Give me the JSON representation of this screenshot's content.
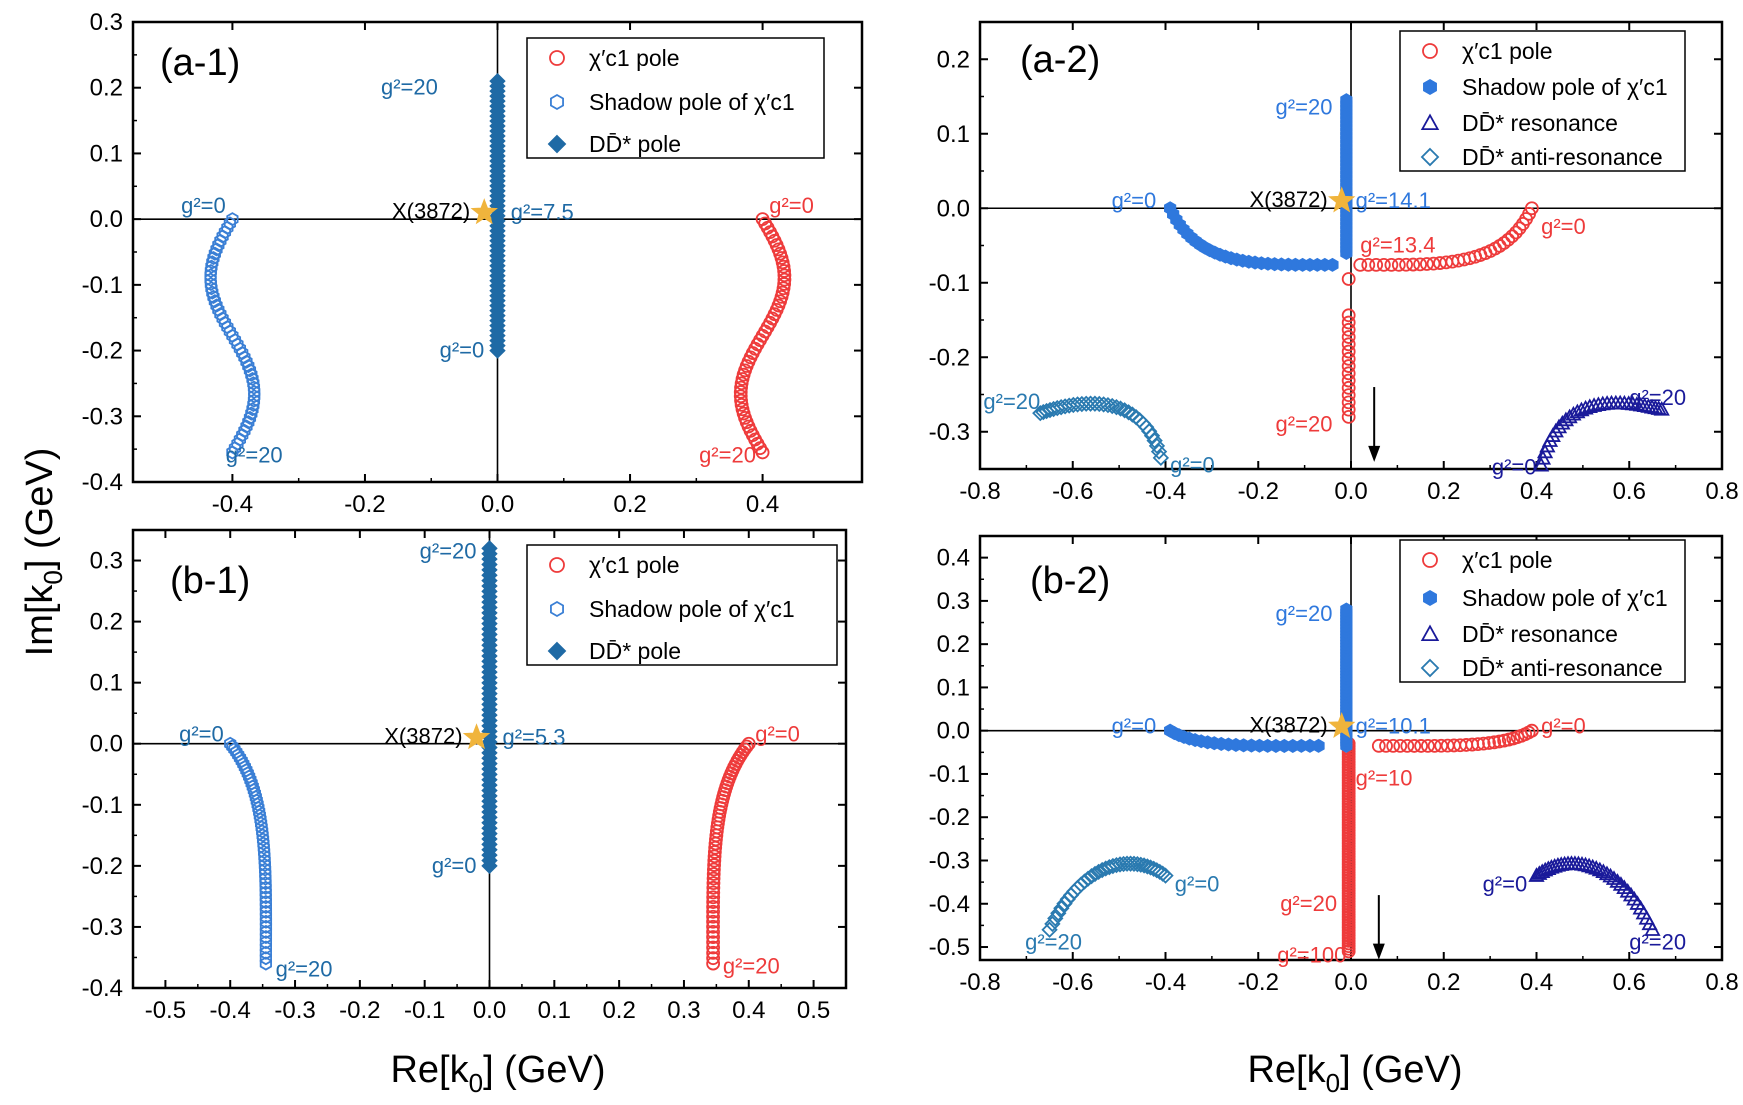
{
  "figure": {
    "y_axis_title": "Im[k",
    "y_axis_title_sub": "0",
    "y_axis_title_end": "] (GeV)",
    "x_axis_title": "Re[k",
    "x_axis_title_sub": "0",
    "x_axis_title_end": "] (GeV)"
  },
  "colors": {
    "chi_pole": "#ee3b3b",
    "shadow_light": "#3a7fd5",
    "shadow_solid": "#2f78dd",
    "dd_pole": "#1f6aa5",
    "resonance": "#1a1a9a",
    "anti_resonance": "#2a7ab0",
    "star": "#f0b43c"
  },
  "chart_data": [
    {
      "panel": "(a-1)",
      "type": "scatter",
      "xlim": [
        -0.55,
        0.55
      ],
      "ylim": [
        -0.4,
        0.3
      ],
      "xticks": [
        "-0.4",
        "-0.2",
        "0.0",
        "0.2",
        "0.4"
      ],
      "xtick_values": [
        -0.4,
        -0.2,
        0.0,
        0.2,
        0.4
      ],
      "yticks": [
        "-0.4",
        "-0.3",
        "-0.2",
        "-0.1",
        "0.0",
        "0.1",
        "0.2",
        "0.3"
      ],
      "ytick_values": [
        -0.4,
        -0.3,
        -0.2,
        -0.1,
        0.0,
        0.1,
        0.2,
        0.3
      ],
      "show_xticklabels": true,
      "legend": [
        {
          "marker": "circle-open",
          "color": "#ee3b3b",
          "text": "χ′c1 pole"
        },
        {
          "marker": "hexagon-open",
          "color": "#3a7fd5",
          "text": "Shadow pole of χ′c1"
        },
        {
          "marker": "diamond-filled",
          "color": "#1f6aa5",
          "text": "DD̄* pole"
        }
      ],
      "series": [
        {
          "name": "χ′c1 pole",
          "marker": "circle-open",
          "color": "#ee3b3b",
          "curve": "swave",
          "x0": 0.4,
          "y0": 0.0,
          "x1": 0.4,
          "y1": -0.355,
          "amp": 0.033,
          "n": 55,
          "pow": 1
        },
        {
          "name": "Shadow pole of χ′c1",
          "marker": "hexagon-open",
          "color": "#3a7fd5",
          "curve": "swave",
          "x0": -0.4,
          "y0": 0.0,
          "x1": -0.4,
          "y1": -0.355,
          "amp": -0.033,
          "n": 55,
          "pow": 1
        },
        {
          "name": "DD̄* pole",
          "marker": "diamond-filled",
          "color": "#1f6aa5",
          "curve": "line",
          "x0": 0.0,
          "y0": -0.2,
          "x1": 0.0,
          "y1": 0.21,
          "n": 55,
          "pow": 1
        }
      ],
      "star": {
        "x": -0.02,
        "y": 0.01,
        "label": "X(3872)"
      },
      "annotations": [
        {
          "text": "g²=20",
          "x": -0.09,
          "y": 0.2,
          "color": "#1f6aa5",
          "anchor": "end"
        },
        {
          "text": "g²=7.5",
          "x": 0.02,
          "y": 0.01,
          "color": "#1f6aa5",
          "anchor": "start"
        },
        {
          "text": "g²=0",
          "x": -0.02,
          "y": -0.2,
          "color": "#1f6aa5",
          "anchor": "end"
        },
        {
          "text": "g²=0",
          "x": -0.41,
          "y": 0.02,
          "color": "#1f6aa5",
          "anchor": "end"
        },
        {
          "text": "g²=20",
          "x": -0.41,
          "y": -0.36,
          "color": "#1f6aa5",
          "anchor": "start"
        },
        {
          "text": "g²=0",
          "x": 0.41,
          "y": 0.02,
          "color": "#ee3b3b",
          "anchor": "start"
        },
        {
          "text": "g²=20",
          "x": 0.39,
          "y": -0.36,
          "color": "#ee3b3b",
          "anchor": "end"
        }
      ]
    },
    {
      "panel": "(a-2)",
      "type": "scatter",
      "xlim": [
        -0.8,
        0.8
      ],
      "ylim": [
        -0.35,
        0.25
      ],
      "xticks": [
        "-0.8",
        "-0.6",
        "-0.4",
        "-0.2",
        "0.0",
        "0.2",
        "0.4",
        "0.6",
        "0.8"
      ],
      "xtick_values": [
        -0.8,
        -0.6,
        -0.4,
        -0.2,
        0.0,
        0.2,
        0.4,
        0.6,
        0.8
      ],
      "yticks": [
        "-0.3",
        "-0.2",
        "-0.1",
        "0.0",
        "0.1",
        "0.2"
      ],
      "ytick_values": [
        -0.3,
        -0.2,
        -0.1,
        0.0,
        0.1,
        0.2
      ],
      "show_xticklabels": true,
      "legend": [
        {
          "marker": "circle-open",
          "color": "#ee3b3b",
          "text": "χ′c1 pole"
        },
        {
          "marker": "hexagon-filled",
          "color": "#2f78dd",
          "text": "Shadow pole of χ′c1"
        },
        {
          "marker": "triangle-open",
          "color": "#1a1a9a",
          "text": "DD̄* resonance"
        },
        {
          "marker": "diamond-open",
          "color": "#2a7ab0",
          "text": "DD̄* anti-resonance"
        }
      ],
      "series": [
        {
          "name": "χ′c1 pole (real axis)",
          "marker": "circle-open",
          "color": "#ee3b3b",
          "curve": "bezier",
          "pts": [
            [
              0.39,
              0.0
            ],
            [
              0.33,
              -0.08
            ],
            [
              0.2,
              -0.076
            ],
            [
              0.02,
              -0.076
            ]
          ],
          "n": 32,
          "pow": 1
        },
        {
          "name": "χ′c1 pole (imag axis)",
          "marker": "circle-open",
          "color": "#ee3b3b",
          "curve": "line",
          "x0": -0.005,
          "y0": -0.095,
          "x1": -0.005,
          "y1": -0.28,
          "n": 20,
          "pow": 1,
          "skip_range": [
            -0.1,
            -0.14
          ]
        },
        {
          "name": "Shadow pole of χ′c1 (left)",
          "marker": "hexagon-filled",
          "color": "#2f78dd",
          "curve": "bezier",
          "pts": [
            [
              -0.39,
              0.0
            ],
            [
              -0.33,
              -0.08
            ],
            [
              -0.2,
              -0.076
            ],
            [
              -0.04,
              -0.076
            ]
          ],
          "n": 30,
          "pow": 1
        },
        {
          "name": "Shadow pole of χ′c1 (vertical)",
          "marker": "hexagon-filled",
          "color": "#2f78dd",
          "curve": "line",
          "x0": -0.01,
          "y0": -0.06,
          "x1": -0.01,
          "y1": 0.145,
          "n": 40,
          "pow": 1
        },
        {
          "name": "DD̄* resonance",
          "marker": "triangle-open",
          "color": "#1a1a9a",
          "curve": "bezier",
          "pts": [
            [
              0.41,
              -0.345
            ],
            [
              0.45,
              -0.24
            ],
            [
              0.6,
              -0.26
            ],
            [
              0.67,
              -0.27
            ]
          ],
          "n": 34,
          "pow": 1
        },
        {
          "name": "DD̄* anti-resonance",
          "marker": "diamond-open",
          "color": "#2a7ab0",
          "curve": "bezier",
          "pts": [
            [
              -0.41,
              -0.335
            ],
            [
              -0.45,
              -0.24
            ],
            [
              -0.6,
              -0.26
            ],
            [
              -0.67,
              -0.275
            ]
          ],
          "n": 34,
          "pow": 1
        }
      ],
      "star": {
        "x": -0.02,
        "y": 0.01,
        "label": "X(3872)"
      },
      "annotations": [
        {
          "text": "g²=20",
          "x": -0.04,
          "y": 0.135,
          "color": "#2f78dd",
          "anchor": "end"
        },
        {
          "text": "g²=14.1",
          "x": 0.01,
          "y": 0.01,
          "color": "#2f78dd",
          "anchor": "start"
        },
        {
          "text": "g²=0",
          "x": -0.42,
          "y": 0.01,
          "color": "#2f78dd",
          "anchor": "end"
        },
        {
          "text": "g²=13.4",
          "x": 0.02,
          "y": -0.05,
          "color": "#ee3b3b",
          "anchor": "start"
        },
        {
          "text": "g²=0",
          "x": 0.41,
          "y": -0.025,
          "color": "#ee3b3b",
          "anchor": "start"
        },
        {
          "text": "g²=20",
          "x": -0.04,
          "y": -0.29,
          "color": "#ee3b3b",
          "anchor": "end"
        },
        {
          "text": "g²=20",
          "x": -0.67,
          "y": -0.26,
          "color": "#2a7ab0",
          "anchor": "end"
        },
        {
          "text": "g²=0",
          "x": -0.39,
          "y": -0.345,
          "color": "#2a7ab0",
          "anchor": "start"
        },
        {
          "text": "g²=0",
          "x": 0.4,
          "y": -0.348,
          "color": "#1a1a9a",
          "anchor": "end"
        },
        {
          "text": "g²=20",
          "x": 0.6,
          "y": -0.255,
          "color": "#1a1a9a",
          "anchor": "start"
        }
      ],
      "arrow": {
        "x": 0.05,
        "y0": -0.24,
        "y1": -0.335
      }
    },
    {
      "panel": "(b-1)",
      "type": "scatter",
      "xlim": [
        -0.55,
        0.55
      ],
      "ylim": [
        -0.4,
        0.35
      ],
      "xticks": [
        "-0.5",
        "-0.4",
        "-0.3",
        "-0.2",
        "-0.1",
        "0.0",
        "0.1",
        "0.2",
        "0.3",
        "0.4",
        "0.5"
      ],
      "xtick_values": [
        -0.5,
        -0.4,
        -0.3,
        -0.2,
        -0.1,
        0.0,
        0.1,
        0.2,
        0.3,
        0.4,
        0.5
      ],
      "yticks": [
        "-0.4",
        "-0.3",
        "-0.2",
        "-0.1",
        "0.0",
        "0.1",
        "0.2",
        "0.3"
      ],
      "ytick_values": [
        -0.4,
        -0.3,
        -0.2,
        -0.1,
        0.0,
        0.1,
        0.2,
        0.3
      ],
      "show_xticklabels": true,
      "legend": [
        {
          "marker": "circle-open",
          "color": "#ee3b3b",
          "text": "χ′c1 pole"
        },
        {
          "marker": "hexagon-open",
          "color": "#3a7fd5",
          "text": "Shadow pole of χ′c1"
        },
        {
          "marker": "diamond-filled",
          "color": "#1f6aa5",
          "text": "DD̄* pole"
        }
      ],
      "series": [
        {
          "name": "χ′c1 pole",
          "marker": "circle-open",
          "color": "#ee3b3b",
          "curve": "bezier",
          "pts": [
            [
              0.4,
              0.0
            ],
            [
              0.34,
              -0.08
            ],
            [
              0.345,
              -0.2
            ],
            [
              0.345,
              -0.36
            ]
          ],
          "n": 55,
          "pow": 1
        },
        {
          "name": "Shadow pole of χ′c1",
          "marker": "hexagon-open",
          "color": "#3a7fd5",
          "curve": "bezier",
          "pts": [
            [
              -0.4,
              0.0
            ],
            [
              -0.34,
              -0.08
            ],
            [
              -0.345,
              -0.2
            ],
            [
              -0.345,
              -0.36
            ]
          ],
          "n": 55,
          "pow": 1
        },
        {
          "name": "DD̄* pole",
          "marker": "diamond-filled",
          "color": "#1f6aa5",
          "curve": "line",
          "x0": 0.0,
          "y0": -0.2,
          "x1": 0.0,
          "y1": 0.32,
          "n": 60,
          "pow": 1
        }
      ],
      "star": {
        "x": -0.02,
        "y": 0.01,
        "label": "X(3872)"
      },
      "annotations": [
        {
          "text": "g²=20",
          "x": -0.02,
          "y": 0.315,
          "color": "#1f6aa5",
          "anchor": "end"
        },
        {
          "text": "g²=5.3",
          "x": 0.02,
          "y": 0.01,
          "color": "#1f6aa5",
          "anchor": "start"
        },
        {
          "text": "g²=0",
          "x": -0.02,
          "y": -0.2,
          "color": "#1f6aa5",
          "anchor": "end"
        },
        {
          "text": "g²=0",
          "x": -0.41,
          "y": 0.015,
          "color": "#1f6aa5",
          "anchor": "end"
        },
        {
          "text": "g²=20",
          "x": -0.33,
          "y": -0.37,
          "color": "#1f6aa5",
          "anchor": "start"
        },
        {
          "text": "g²=0",
          "x": 0.41,
          "y": 0.015,
          "color": "#ee3b3b",
          "anchor": "start"
        },
        {
          "text": "g²=20",
          "x": 0.36,
          "y": -0.365,
          "color": "#ee3b3b",
          "anchor": "start"
        }
      ]
    },
    {
      "panel": "(b-2)",
      "type": "scatter",
      "xlim": [
        -0.8,
        0.8
      ],
      "ylim": [
        -0.53,
        0.45
      ],
      "xticks": [
        "-0.8",
        "-0.6",
        "-0.4",
        "-0.2",
        "0.0",
        "0.2",
        "0.4",
        "0.6",
        "0.8"
      ],
      "xtick_values": [
        -0.8,
        -0.6,
        -0.4,
        -0.2,
        0.0,
        0.2,
        0.4,
        0.6,
        0.8
      ],
      "yticks": [
        "-0.5",
        "-0.4",
        "-0.3",
        "-0.2",
        "-0.1",
        "0.0",
        "0.1",
        "0.2",
        "0.3",
        "0.4"
      ],
      "ytick_values": [
        -0.5,
        -0.4,
        -0.3,
        -0.2,
        -0.1,
        0.0,
        0.1,
        0.2,
        0.3,
        0.4
      ],
      "show_xticklabels": true,
      "legend": [
        {
          "marker": "circle-open",
          "color": "#ee3b3b",
          "text": "χ′c1 pole"
        },
        {
          "marker": "hexagon-filled",
          "color": "#2f78dd",
          "text": "Shadow pole of χ′c1"
        },
        {
          "marker": "triangle-open",
          "color": "#1a1a9a",
          "text": "DD̄* resonance"
        },
        {
          "marker": "diamond-open",
          "color": "#2a7ab0",
          "text": "DD̄* anti-resonance"
        }
      ],
      "series": [
        {
          "name": "χ′c1 pole (real axis)",
          "marker": "circle-open",
          "color": "#ee3b3b",
          "curve": "bezier",
          "pts": [
            [
              0.39,
              0.0
            ],
            [
              0.33,
              -0.04
            ],
            [
              0.2,
              -0.035
            ],
            [
              0.06,
              -0.035
            ]
          ],
          "n": 28,
          "pow": 1
        },
        {
          "name": "χ′c1 pole (imag axis)",
          "marker": "circle-open",
          "color": "#ee3b3b",
          "curve": "line",
          "x0": -0.005,
          "y0": -0.03,
          "x1": -0.005,
          "y1": -0.51,
          "n": 80,
          "pow": 1
        },
        {
          "name": "Shadow pole of χ′c1 (left)",
          "marker": "hexagon-filled",
          "color": "#2f78dd",
          "curve": "bezier",
          "pts": [
            [
              -0.39,
              0.0
            ],
            [
              -0.33,
              -0.04
            ],
            [
              -0.2,
              -0.035
            ],
            [
              -0.07,
              -0.035
            ]
          ],
          "n": 22,
          "pow": 1
        },
        {
          "name": "Shadow pole of χ′c1 (vertical)",
          "marker": "hexagon-filled",
          "color": "#2f78dd",
          "curve": "line",
          "x0": -0.01,
          "y0": -0.035,
          "x1": -0.01,
          "y1": 0.28,
          "n": 45,
          "pow": 1
        },
        {
          "name": "DD̄* resonance",
          "marker": "triangle-open",
          "color": "#1a1a9a",
          "curve": "bezier",
          "pts": [
            [
              0.4,
              -0.335
            ],
            [
              0.47,
              -0.28
            ],
            [
              0.58,
              -0.3
            ],
            [
              0.65,
              -0.46
            ]
          ],
          "n": 36,
          "pow": 1
        },
        {
          "name": "DD̄* anti-resonance",
          "marker": "diamond-open",
          "color": "#2a7ab0",
          "curve": "bezier",
          "pts": [
            [
              -0.4,
              -0.335
            ],
            [
              -0.47,
              -0.28
            ],
            [
              -0.58,
              -0.3
            ],
            [
              -0.65,
              -0.46
            ]
          ],
          "n": 36,
          "pow": 1
        }
      ],
      "star": {
        "x": -0.02,
        "y": 0.01,
        "label": "X(3872)"
      },
      "annotations": [
        {
          "text": "g²=20",
          "x": -0.04,
          "y": 0.27,
          "color": "#2f78dd",
          "anchor": "end"
        },
        {
          "text": "g²=10.1",
          "x": 0.01,
          "y": 0.01,
          "color": "#2f78dd",
          "anchor": "start"
        },
        {
          "text": "g²=0",
          "x": -0.42,
          "y": 0.01,
          "color": "#2f78dd",
          "anchor": "end"
        },
        {
          "text": "g²=10",
          "x": 0.01,
          "y": -0.11,
          "color": "#ee3b3b",
          "anchor": "start"
        },
        {
          "text": "g²=0",
          "x": 0.41,
          "y": 0.01,
          "color": "#ee3b3b",
          "anchor": "start"
        },
        {
          "text": "g²=20",
          "x": -0.03,
          "y": -0.4,
          "color": "#ee3b3b",
          "anchor": "end"
        },
        {
          "text": "g²=100",
          "x": -0.01,
          "y": -0.52,
          "color": "#ee3b3b",
          "anchor": "end"
        },
        {
          "text": "g²=0",
          "x": -0.38,
          "y": -0.355,
          "color": "#2a7ab0",
          "anchor": "start"
        },
        {
          "text": "g²=20",
          "x": -0.58,
          "y": -0.49,
          "color": "#2a7ab0",
          "anchor": "end"
        },
        {
          "text": "g²=0",
          "x": 0.38,
          "y": -0.355,
          "color": "#1a1a9a",
          "anchor": "end"
        },
        {
          "text": "g²=20",
          "x": 0.6,
          "y": -0.49,
          "color": "#1a1a9a",
          "anchor": "start"
        }
      ],
      "arrow": {
        "x": 0.06,
        "y0": -0.38,
        "y1": -0.52
      }
    }
  ]
}
